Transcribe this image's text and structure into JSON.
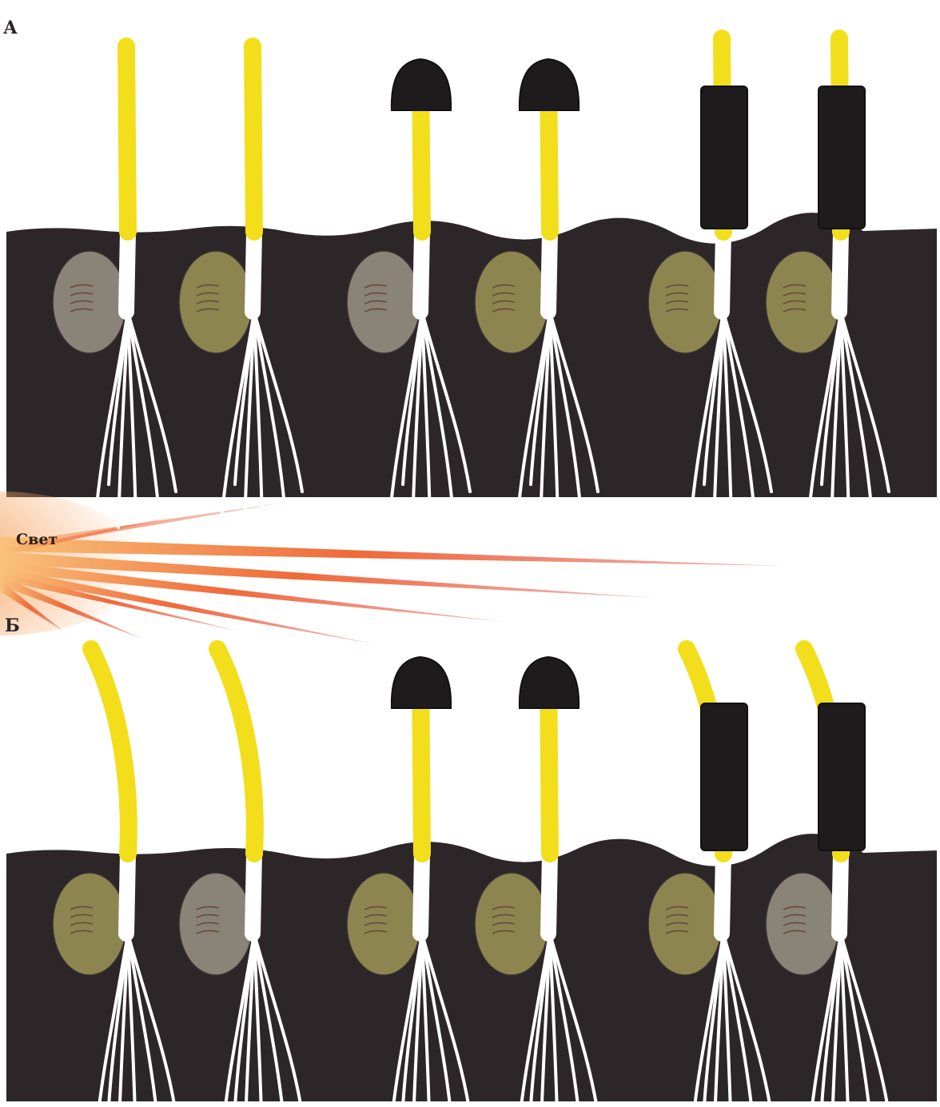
{
  "panels": {
    "a_label": "А",
    "b_label": "Б"
  },
  "light": {
    "label": "Свет"
  },
  "colors": {
    "soil": "#2d2629",
    "shoot_yellow": "#f2de1a",
    "root_white": "#ffffff",
    "seed_grey": "#8a8378",
    "seed_olive": "#8c8550",
    "cap_black": "#1e1b1c",
    "ray_red": "#e8402a",
    "ray_orange": "#f7a85a"
  },
  "seedling_groups": [
    {
      "group": "uncovered",
      "count": 2
    },
    {
      "group": "tip-covered",
      "count": 2
    },
    {
      "group": "stem-covered",
      "count": 2
    }
  ]
}
